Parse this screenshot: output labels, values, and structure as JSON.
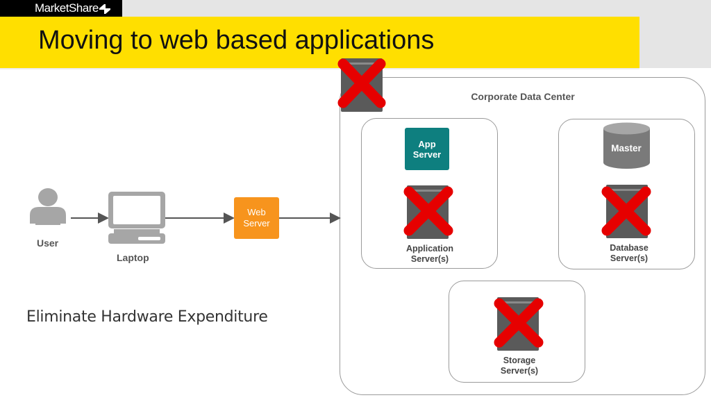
{
  "header": {
    "logo_text": "MarketShare",
    "title": "Moving to web based applications"
  },
  "diagram": {
    "data_center_label": "Corporate Data Center",
    "user_label": "User",
    "laptop_label": "Laptop",
    "web_server_label": "Web Server",
    "app_server_label": "App Server",
    "application_servers_label": "Application Server(s)",
    "database_master_label": "Master",
    "database_servers_label": "Database Server(s)",
    "storage_servers_label": "Storage Server(s)"
  },
  "tagline": "Eliminate Hardware Expenditure",
  "colors": {
    "banner": "#ffdf00",
    "web_server": "#f7941d",
    "app_server": "#0e7f7f",
    "eliminated_mark": "#e60000"
  }
}
